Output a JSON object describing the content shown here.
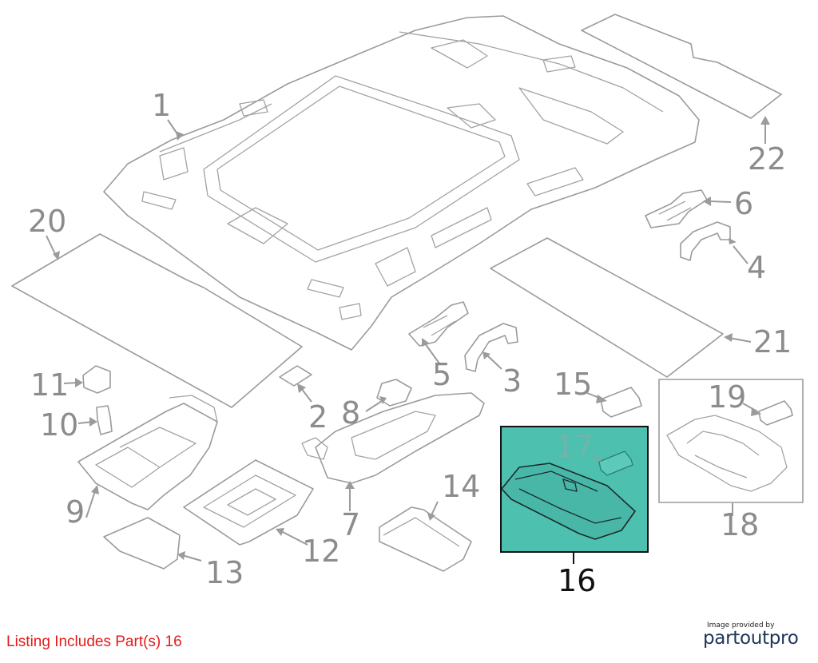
{
  "diagram": {
    "callouts": {
      "c1": "1",
      "c2": "2",
      "c3": "3",
      "c4": "4",
      "c5": "5",
      "c6": "6",
      "c7": "7",
      "c8": "8",
      "c9": "9",
      "c10": "10",
      "c11": "11",
      "c12": "12",
      "c13": "13",
      "c14": "14",
      "c15": "15",
      "c16": "16",
      "c17": "17",
      "c18": "18",
      "c19": "19",
      "c20": "20",
      "c21": "21",
      "c22": "22"
    },
    "highlighted_part": "16",
    "colors": {
      "highlight_fill": "#4dc0b0",
      "highlight_border": "#111111",
      "line_art": "#9b9b9b",
      "caption_text": "#e41b1b",
      "brand_text": "#1e3557"
    }
  },
  "footer": {
    "caption": "Listing Includes Part(s)  16",
    "credit_line": "Image provided by",
    "brand_part1": "partout",
    "brand_part2": "pro"
  }
}
